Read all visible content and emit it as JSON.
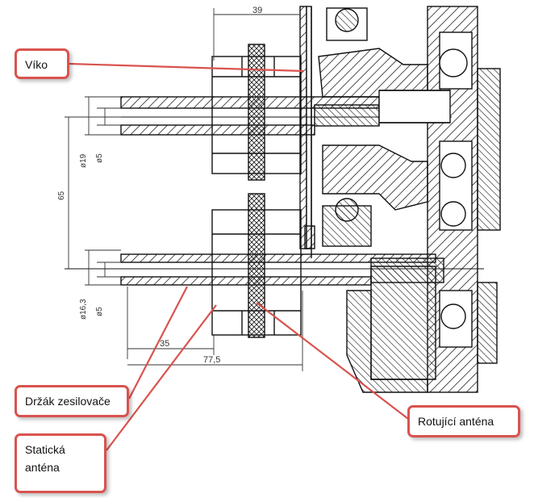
{
  "labels": {
    "viko": "Víko",
    "drzak": "Držák zesilovače",
    "staticka_line1": "Statická",
    "staticka_line2": "anténa",
    "rotujici": "Rotující anténa"
  },
  "dimensions": {
    "d39": "39",
    "d65": "65",
    "phi19": "ø19",
    "phi5_top": "ø5",
    "phi16_3": "ø16,3",
    "phi5_bottom": "ø5",
    "d35": "35",
    "d77_5": "77,5"
  },
  "colors": {
    "callout_border": "#d9534f",
    "leader_line": "#d9534f",
    "drawing_line": "#111111",
    "hatch": "#222222"
  }
}
